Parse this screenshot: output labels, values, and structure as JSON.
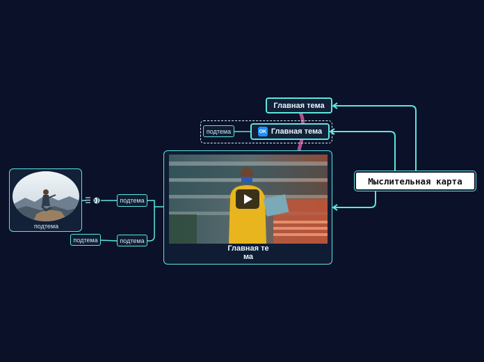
{
  "root": {
    "label": "Мыслительная карта"
  },
  "topics": {
    "top": {
      "label": "Главная тема"
    },
    "middle": {
      "label": "Главная тема",
      "badge": "OK"
    },
    "video": {
      "label": "Главная тема"
    }
  },
  "subtopics": {
    "middle_left": "подтема",
    "video_upper": "подтема",
    "video_lower": "подтема",
    "lower_outer": "подтема",
    "photo": "подтема"
  },
  "colors": {
    "background": "#0a1128",
    "accent": "#5ee6e0",
    "connector_pink": "#b0508f",
    "root_fill": "#ffffff"
  },
  "icons": [
    "play-icon",
    "ok-badge-icon",
    "notes-icon",
    "globe-icon"
  ]
}
